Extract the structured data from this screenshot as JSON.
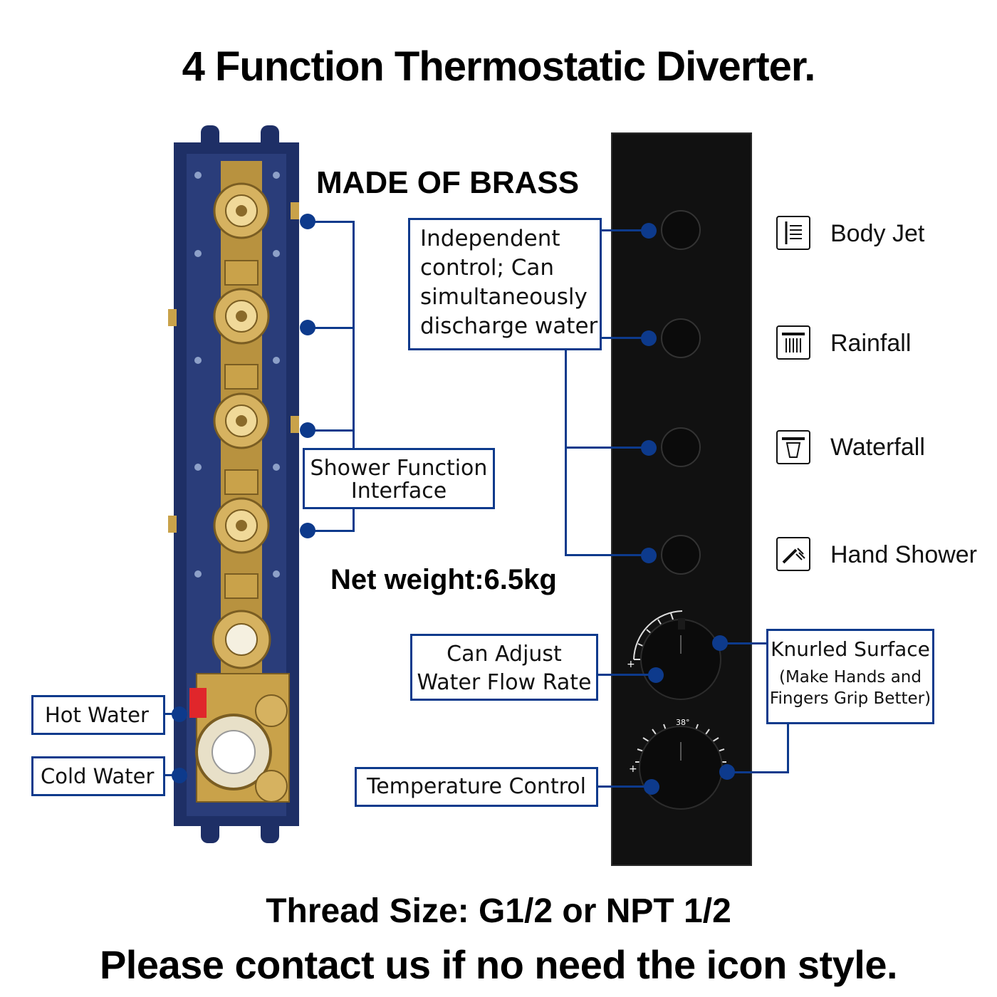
{
  "title": "4 Function Thermostatic  Diverter.",
  "material": "MADE OF BRASS",
  "weight": "Net weight:6.5kg",
  "callouts": {
    "independent": [
      "Independent",
      "control; Can",
      "simultaneously",
      "discharge water"
    ],
    "shower_interface": [
      "Shower Function",
      "Interface"
    ],
    "flow_rate": [
      "Can Adjust",
      "Water Flow Rate"
    ],
    "knurled": [
      "Knurled Surface",
      "(Make Hands and",
      "Fingers Grip Better)"
    ],
    "temperature": "Temperature Control",
    "hot_water": "Hot Water",
    "cold_water": "Cold Water"
  },
  "functions": [
    {
      "label": "Body Jet",
      "icon": "body-jet-icon"
    },
    {
      "label": "Rainfall",
      "icon": "rainfall-icon"
    },
    {
      "label": "Waterfall",
      "icon": "waterfall-icon"
    },
    {
      "label": "Hand Shower",
      "icon": "hand-shower-icon"
    }
  ],
  "dial": {
    "temperature_mark": "38°",
    "plus": "+"
  },
  "footer": {
    "thread": "Thread Size: G1/2 or NPT 1/2",
    "contact": "Please contact us if no need the icon style."
  },
  "colors": {
    "accent": "#0d3a8c",
    "panel": "#111111",
    "brass": "#c9a24a",
    "housing": "#1e2f66",
    "hot": "#e0262b"
  }
}
